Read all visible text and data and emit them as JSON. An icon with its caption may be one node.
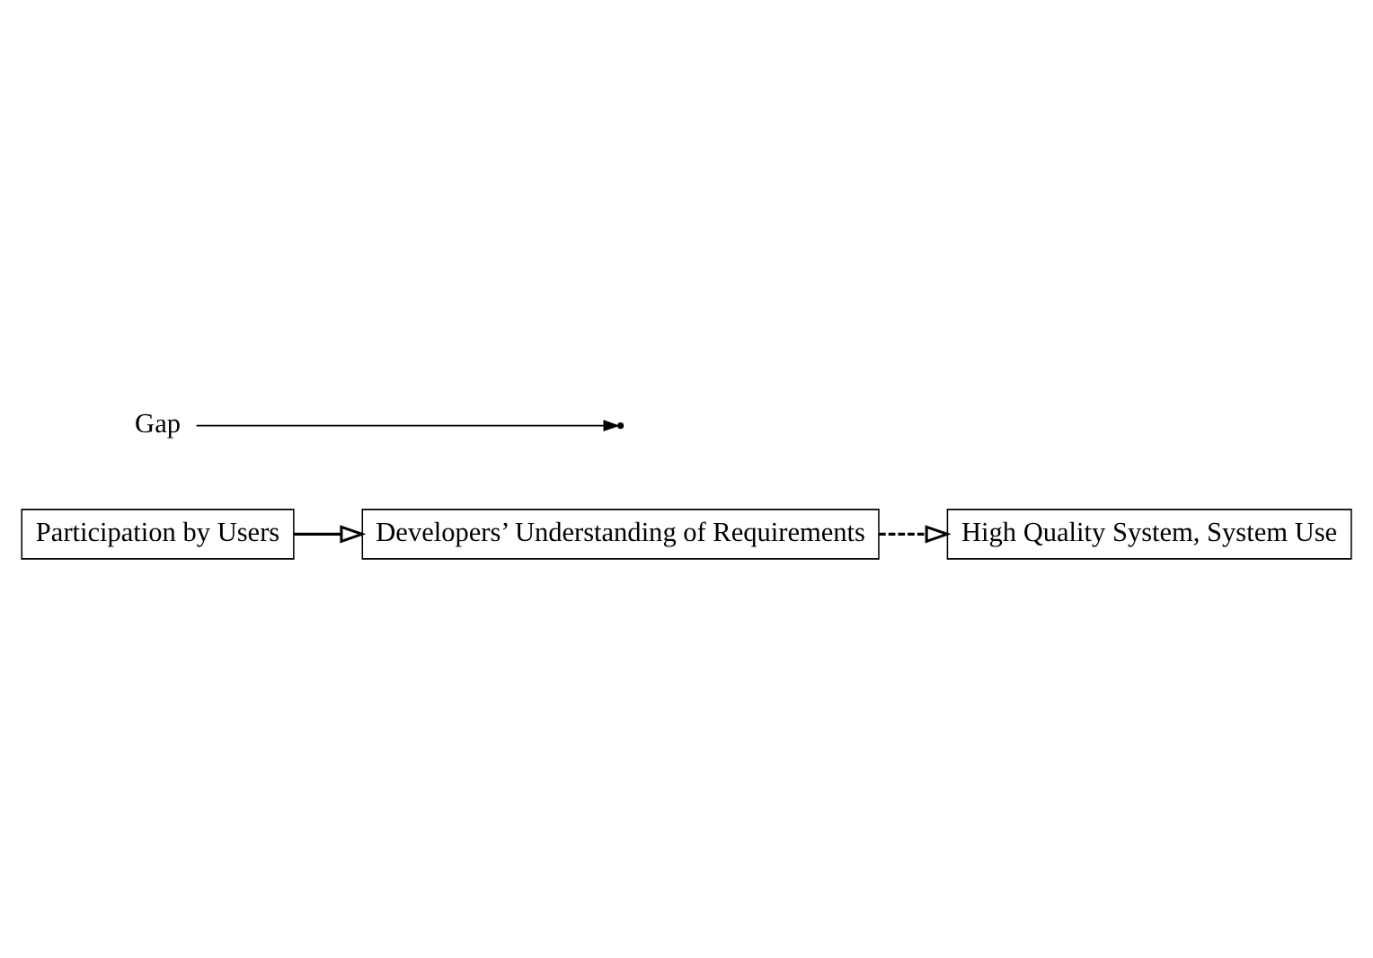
{
  "diagram": {
    "nodes": [
      {
        "text": [
          "Participation by Users"
        ]
      },
      {
        "text": [
          "Developers’ Understanding of Requirements"
        ]
      },
      {
        "text": [
          "High Quality System, System Use"
        ]
      },
      {
        "text": [
          "Gap"
        ]
      }
    ],
    "edges": [
      {
        "from": 0,
        "to": 1,
        "arrow": "to"
      },
      {
        "from": 1,
        "to": 2,
        "arrow": "to",
        "style": "dashed"
      },
      {
        "from": 3,
        "to": null,
        "arrow": "to"
      }
    ]
  }
}
